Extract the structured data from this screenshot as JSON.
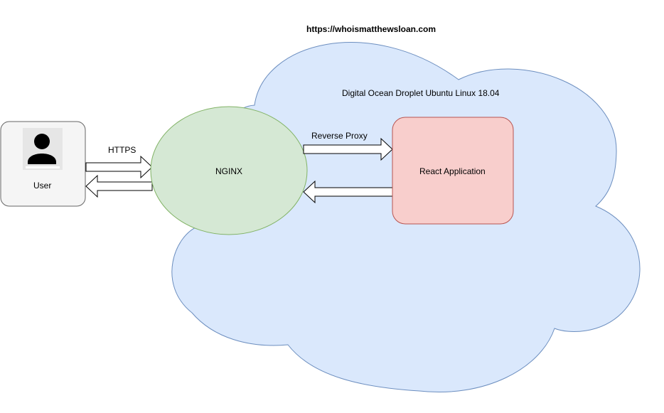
{
  "url_label": "https://whoismatthewsloan.com",
  "cloud_label": "Digital Ocean Droplet Ubuntu Linux 18.04",
  "user_label": "User",
  "https_label": "HTTPS",
  "nginx_label": "NGINX",
  "reverse_proxy_label": "Reverse Proxy",
  "react_label": "React Application",
  "colors": {
    "cloud_fill": "#dae8fc",
    "cloud_stroke": "#6c8ebf",
    "nginx_fill": "#d5e8d4",
    "nginx_stroke": "#82b366",
    "react_fill": "#f8cecc",
    "react_stroke": "#b85450",
    "user_fill": "#f5f5f5",
    "user_stroke": "#666666"
  },
  "icons": {
    "user_avatar": "user-silhouette-icon"
  }
}
